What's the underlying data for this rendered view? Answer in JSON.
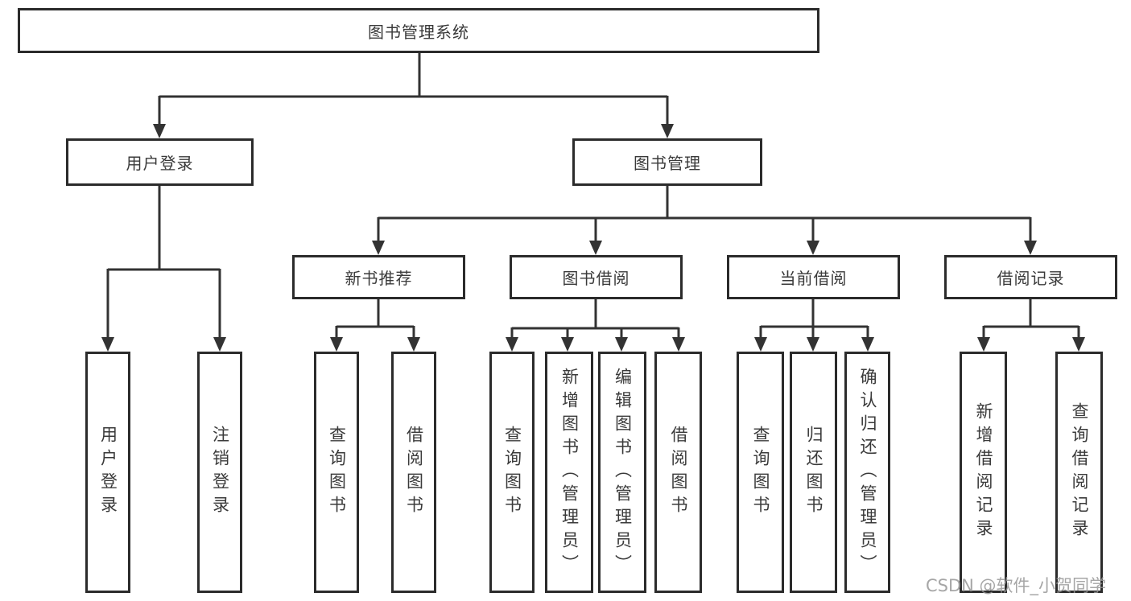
{
  "diagram": {
    "root": {
      "label": "图书管理系统"
    },
    "level2": [
      {
        "id": "user-login",
        "label": "用户登录",
        "parent": "图书管理系统"
      },
      {
        "id": "book-management",
        "label": "图书管理",
        "parent": "图书管理系统"
      }
    ],
    "level3": [
      {
        "id": "new-book-recommendation",
        "label": "新书推荐",
        "parent": "图书管理"
      },
      {
        "id": "book-borrowing",
        "label": "图书借阅",
        "parent": "图书管理"
      },
      {
        "id": "current-borrowing",
        "label": "当前借阅",
        "parent": "图书管理"
      },
      {
        "id": "borrowing-records",
        "label": "借阅记录",
        "parent": "图书管理"
      }
    ],
    "leaves": [
      {
        "id": "user-login-leaf",
        "label": "用户登录",
        "parent": "用户登录"
      },
      {
        "id": "logout",
        "label": "注销登录",
        "parent": "用户登录"
      },
      {
        "id": "query-books-recommend",
        "label": "查询图书",
        "parent": "新书推荐"
      },
      {
        "id": "borrow-books-recommend",
        "label": "借阅图书",
        "parent": "新书推荐"
      },
      {
        "id": "query-books-borrowing",
        "label": "查询图书",
        "parent": "图书借阅"
      },
      {
        "id": "add-book-admin",
        "label": "新增图书（管理员）",
        "parent": "图书借阅"
      },
      {
        "id": "edit-book-admin",
        "label": "编辑图书（管理员）",
        "parent": "图书借阅"
      },
      {
        "id": "borrow-books-borrowing",
        "label": "借阅图书",
        "parent": "图书借阅"
      },
      {
        "id": "query-books-current",
        "label": "查询图书",
        "parent": "当前借阅"
      },
      {
        "id": "return-books",
        "label": "归还图书",
        "parent": "当前借阅"
      },
      {
        "id": "confirm-return-admin",
        "label": "确认归还（管理员）",
        "parent": "当前借阅"
      },
      {
        "id": "add-borrow-record",
        "label": "新增借阅记录",
        "parent": "借阅记录"
      },
      {
        "id": "query-borrow-record",
        "label": "查询借阅记录",
        "parent": "借阅记录"
      }
    ]
  },
  "watermark": "CSDN @软件_小贺同学",
  "colors": {
    "line": "#333333",
    "box_border": "#2b2b2b",
    "text": "#3a3a3a",
    "background": "#ffffff",
    "watermark": "#969696"
  }
}
